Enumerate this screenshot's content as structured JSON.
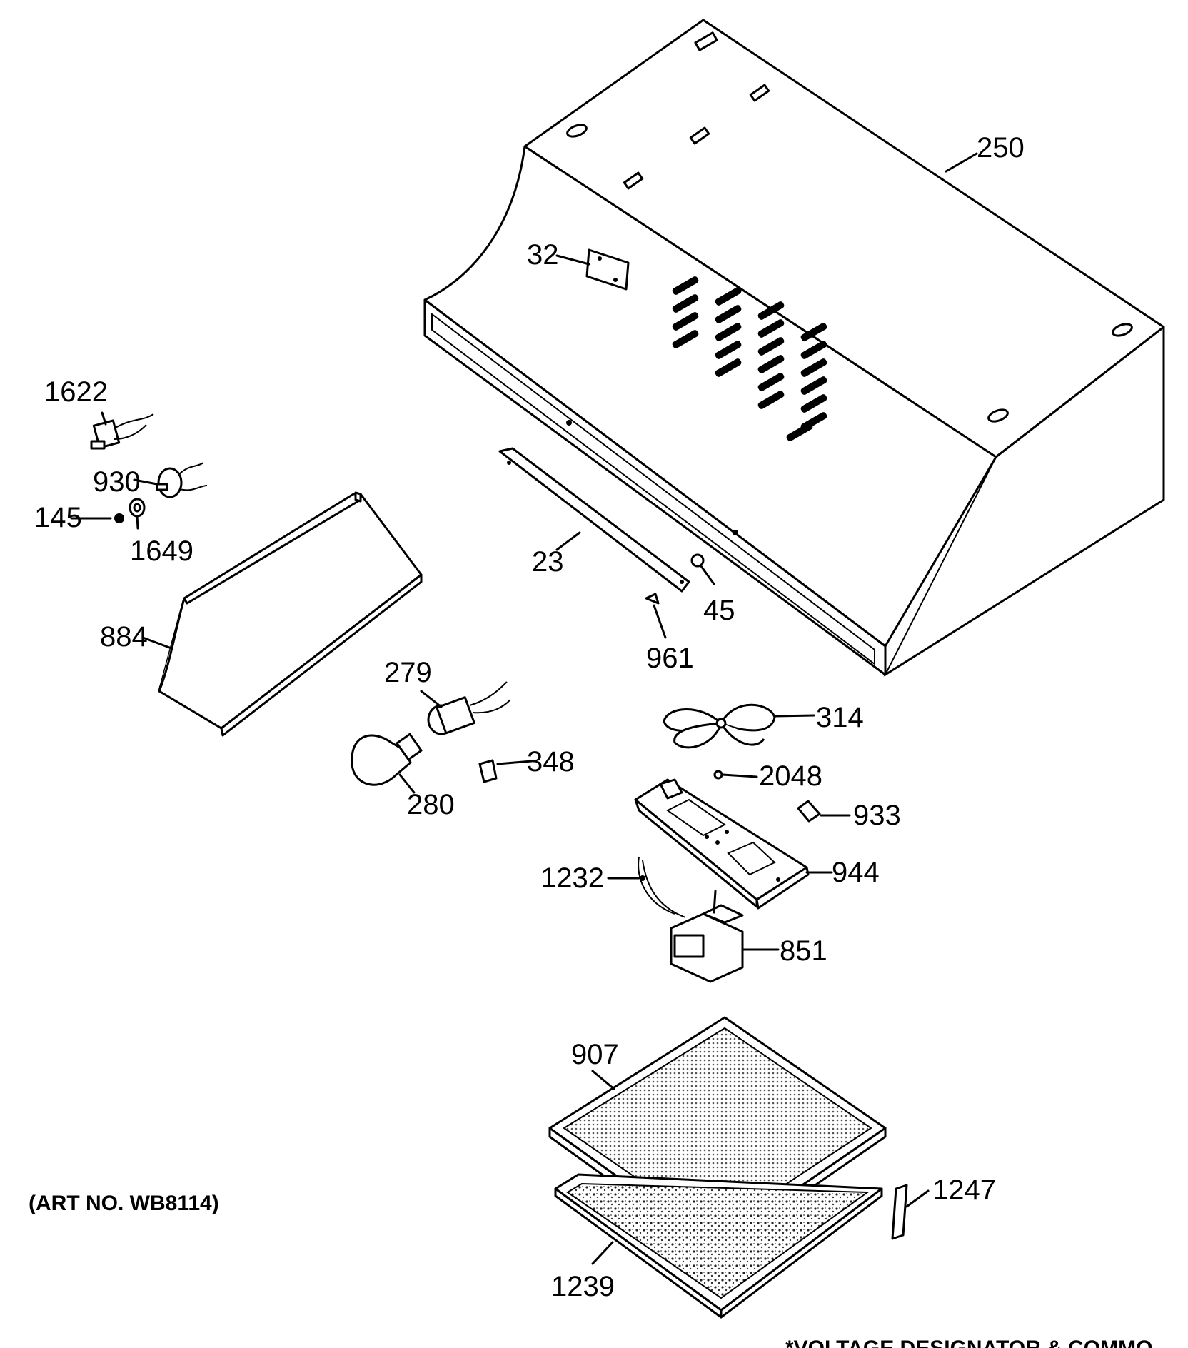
{
  "diagram": {
    "art_number": "(ART NO. WB8114)",
    "voltage_note": "*VOLTAGE DESIGNATOR & COMMO",
    "labels": {
      "p250": "250",
      "p32": "32",
      "p1622": "1622",
      "p930": "930",
      "p145": "145",
      "p1649": "1649",
      "p884": "884",
      "p23": "23",
      "p45": "45",
      "p961": "961",
      "p279": "279",
      "p280": "280",
      "p348": "348",
      "p314": "314",
      "p2048": "2048",
      "p933": "933",
      "p944": "944",
      "p1232": "1232",
      "p851": "851",
      "p907": "907",
      "p1247": "1247",
      "p1239": "1239"
    }
  }
}
